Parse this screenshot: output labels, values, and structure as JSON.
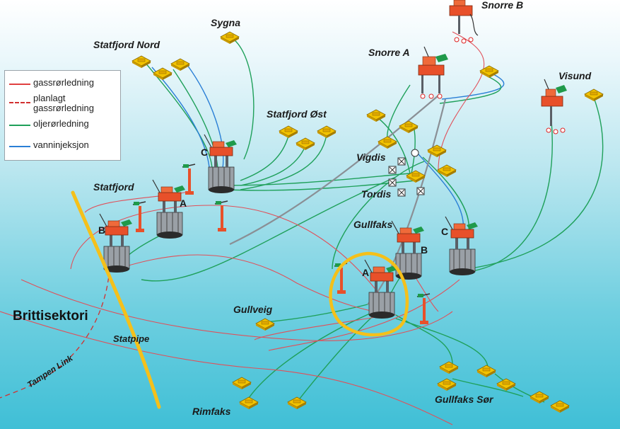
{
  "legend": {
    "items": [
      {
        "label": "gassrørledning",
        "color": "#e04040",
        "style": "solid"
      },
      {
        "label": "planlagt gassrørledning",
        "label_line1": "planlagt",
        "label_line2": "gassrørledning",
        "color": "#d23030",
        "style": "dashed"
      },
      {
        "label": "oljerørledning",
        "color": "#1fa05a",
        "style": "solid"
      },
      {
        "label": "vanninjeksjon",
        "color": "#2a7fd6",
        "style": "solid"
      }
    ]
  },
  "fields": {
    "snorre_b": "Snorre B",
    "sygna": "Sygna",
    "statfjord_nord": "Statfjord Nord",
    "snorre_a": "Snorre A",
    "visund": "Visund",
    "statfjord_ost": "Statfjord Øst",
    "vigdis": "Vigdis",
    "tordis": "Tordis",
    "statfjord": "Statfjord",
    "gullfaks": "Gullfaks",
    "gullveig": "Gullveig",
    "rimfaks": "Rimfaks",
    "gullfaks_sor": "Gullfaks Sør"
  },
  "platform_letters": {
    "statfjord_a": "A",
    "statfjord_b": "B",
    "statfjord_c": "C",
    "gullfaks_a": "A",
    "gullfaks_b": "B",
    "gullfaks_c": "C"
  },
  "pipelines": {
    "statpipe": "Statpipe",
    "tampen_link": "Tampen Link"
  },
  "annotations": {
    "sector_label": "Brittisektori",
    "highlight_color": "#f5c01a"
  },
  "colors": {
    "gas": "#e04040",
    "oil": "#1fa05a",
    "water": "#2a7fd6",
    "platform_deck": "#e8502a",
    "subsea_template": "#f2c200"
  }
}
